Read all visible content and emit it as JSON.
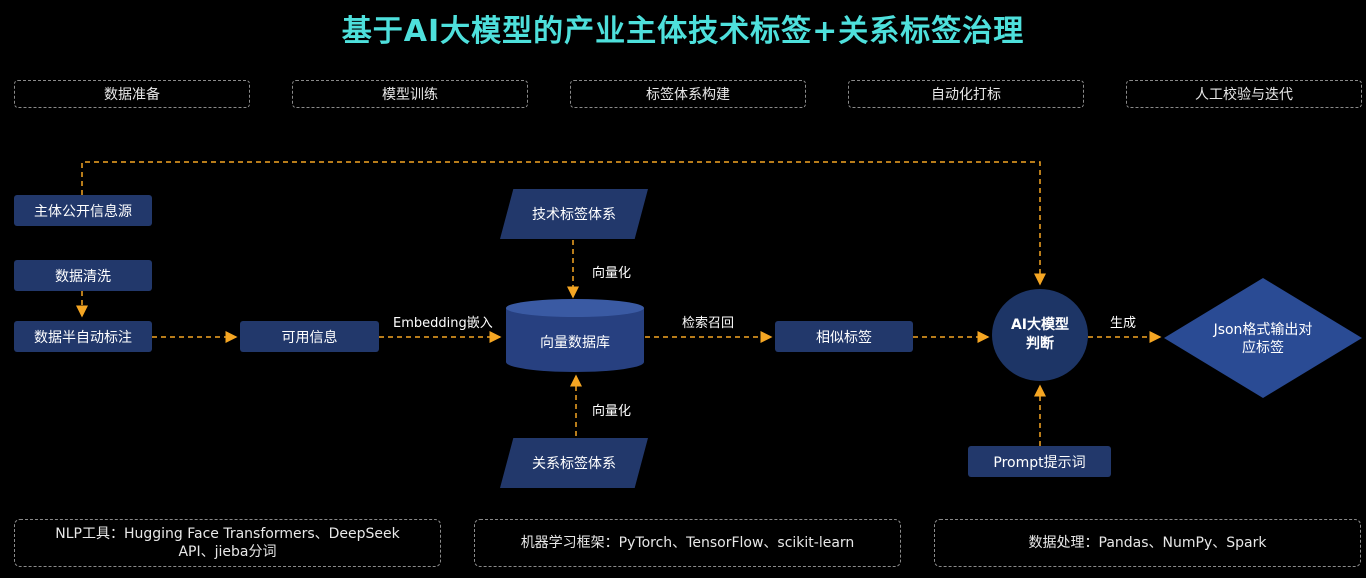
{
  "title": "基于AI大模型的产业主体技术标签+关系标签治理",
  "stages": [
    "数据准备",
    "模型训练",
    "标签体系构建",
    "自动化打标",
    "人工校验与迭代"
  ],
  "nodes": {
    "source": "主体公开信息源",
    "clean": "数据清洗",
    "semi_label": "数据半自动标注",
    "usable": "可用信息",
    "vector_db": "向量数据库",
    "tech_tags": "技术标签体系",
    "rel_tags": "关系标签体系",
    "similar": "相似标签",
    "ai_judge": "AI大模型判断",
    "prompt": "Prompt提示词",
    "output": "Json格式输出对应标签"
  },
  "edge_labels": {
    "embed": "Embedding嵌入",
    "vectorize_top": "向量化",
    "vectorize_bottom": "向量化",
    "retrieve": "检索召回",
    "generate": "生成"
  },
  "tools": {
    "nlp": "NLP工具：Hugging Face Transformers、DeepSeek API、jieba分词",
    "ml": "机器学习框架：PyTorch、TensorFlow、scikit-learn",
    "data": "数据处理：Pandas、NumPy、Spark"
  },
  "colors": {
    "title": "#4ee0dc",
    "node": "#22386b",
    "arrow": "#f5a623"
  }
}
